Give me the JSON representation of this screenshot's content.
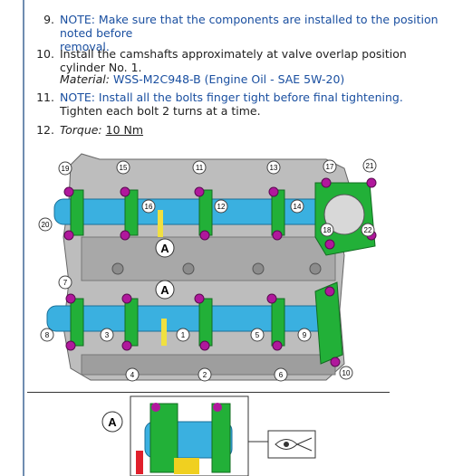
{
  "steps": [
    {
      "num": "9.",
      "line1": "NOTE: Make sure that the components are installed to the position noted before",
      "line2": "removal."
    },
    {
      "num": "10.",
      "text": "Install the camshafts approximately at valve overlap position cylinder No. 1."
    },
    {
      "material_label": "Material:",
      "material_value": "WSS-M2C948-B (Engine Oil - SAE 5W-20)"
    },
    {
      "num": "11.",
      "note": "NOTE: Install all the bolts finger tight before final tightening.",
      "text": "Tighten each bolt 2 turns at a time."
    },
    {
      "num": "12.",
      "torque_label": "Torque:",
      "torque_value": "10 Nm"
    }
  ],
  "figure": {
    "callouts": [
      "19",
      "15",
      "11",
      "13",
      "17",
      "21",
      "16",
      "12",
      "14",
      "20",
      "18",
      "22",
      "7",
      "8",
      "3",
      "1",
      "5",
      "9",
      "4",
      "2",
      "6",
      "10"
    ],
    "view_label": "A"
  },
  "colors": {
    "note": "#1a4fa0",
    "cam": "#3ab0e0",
    "cap": "#22b038",
    "bolt": "#b0189c"
  }
}
